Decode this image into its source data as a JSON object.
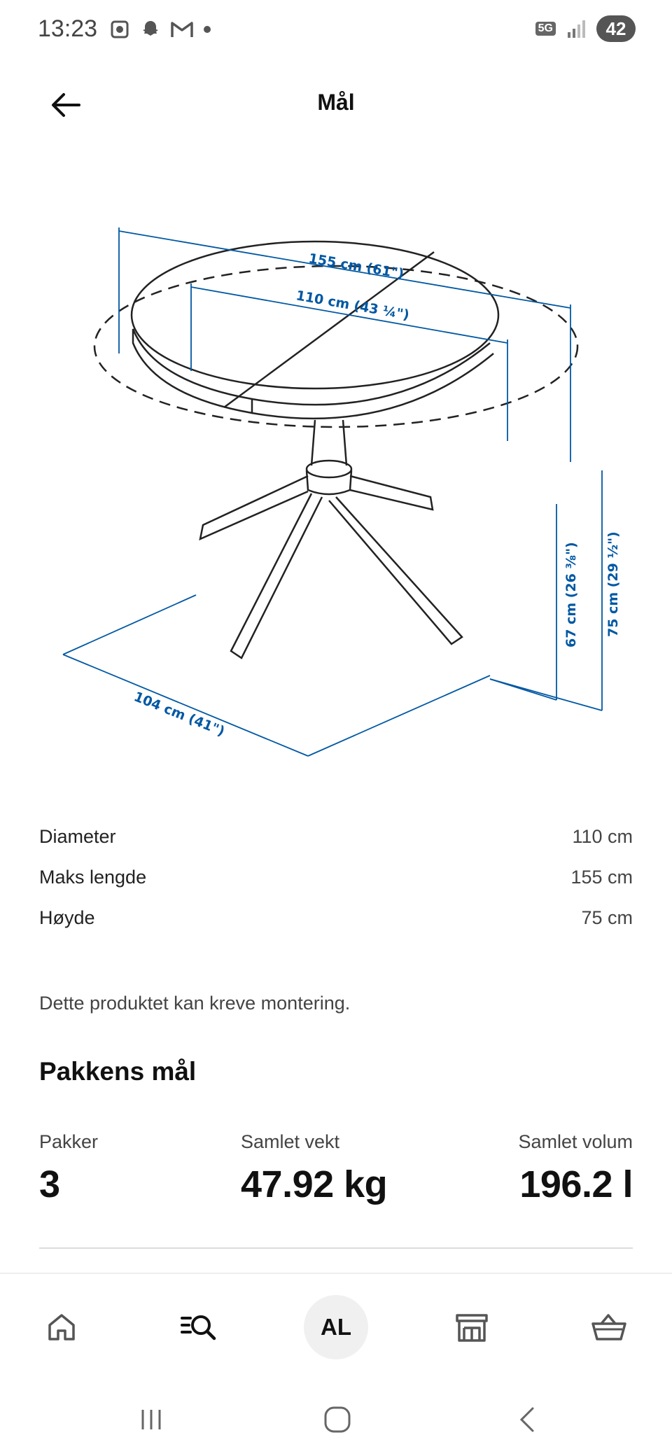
{
  "status_bar": {
    "time": "13:23",
    "network_badge": "5G",
    "battery_level": "42",
    "left_icons": [
      "screen-recorder-icon",
      "snapchat-icon",
      "gmail-icon",
      "notification-dot-icon"
    ]
  },
  "header": {
    "title": "Mål",
    "back_icon": "arrow-left-icon"
  },
  "diagram": {
    "labels": {
      "max_length": "155 cm (61\")",
      "diameter": "110 cm (43 ¼\")",
      "depth": "104 cm (41\")",
      "height_inner": "67 cm (26 ⅜\")",
      "height_total": "75 cm (29 ½\")"
    },
    "colors": {
      "dimension": "#0058a3",
      "lines": "#222222"
    }
  },
  "dimensions": [
    {
      "label": "Diameter",
      "value": "110 cm"
    },
    {
      "label": "Maks lengde",
      "value": "155 cm"
    },
    {
      "label": "Høyde",
      "value": "75 cm"
    }
  ],
  "note": "Dette produktet kan kreve montering.",
  "package": {
    "title": "Pakkens mål",
    "stats": [
      {
        "label": "Pakker",
        "value": "3"
      },
      {
        "label": "Samlet vekt",
        "value": "47.92 kg"
      },
      {
        "label": "Samlet volum",
        "value": "196.2 l"
      }
    ]
  },
  "bottom_nav": {
    "items": [
      "home-icon",
      "search-list-icon",
      "avatar",
      "store-icon",
      "basket-icon"
    ],
    "avatar_initials": "AL"
  },
  "system_nav": {
    "items": [
      "recent-apps-icon",
      "home-circle-icon",
      "back-chevron-icon"
    ]
  }
}
